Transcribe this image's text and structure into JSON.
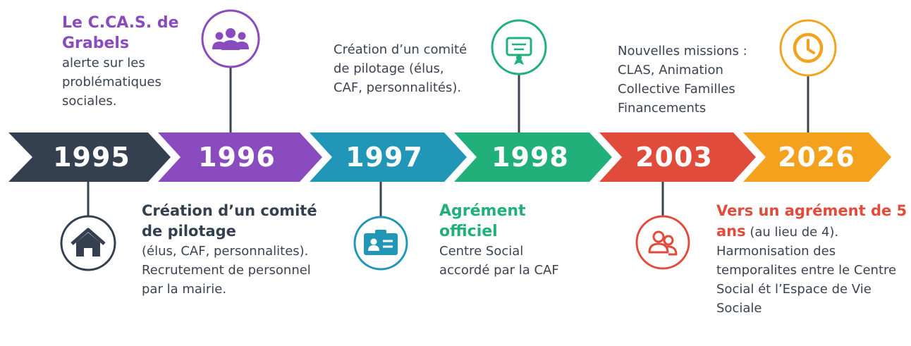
{
  "colors": {
    "dark": "#34404f",
    "purple": "#8a4bbf",
    "teal": "#2196b6",
    "green": "#22b07a",
    "red": "#e14b3b",
    "orange": "#f4a21d",
    "text": "#3b4350"
  },
  "milestones": [
    {
      "year": "1995",
      "icon": "house-icon"
    },
    {
      "year": "1996",
      "icon": "people-group-icon"
    },
    {
      "year": "1997",
      "icon": "id-card-icon"
    },
    {
      "year": "1998",
      "icon": "certificate-icon"
    },
    {
      "year": "2003",
      "icon": "users-icon"
    },
    {
      "year": "2026",
      "icon": "clock-icon"
    }
  ],
  "notes": {
    "n1996_title": "Le C.CA.S. de Grabels",
    "n1996_body": "alerte sur les problématiques sociales.",
    "n1997_top": "Création d’un comité de pilotage (élus, CAF, personnalités).",
    "n2003_top": "Nouvelles missions : CLAS, Animation Collective Familles Financements",
    "n1995_title": "Création d’un comité de pilotage",
    "n1995_body": "(élus, CAF, personnalites). Recrutement de personnel par la mairie.",
    "n1998_title": "Agrément officiel",
    "n1998_body": "Centre Social accordé par la CAF",
    "n2026_title": "Vers un agrément de 5 ans",
    "n2026_inline": " (au lieu de 4).",
    "n2026_body": "Harmonisation des temporalites entre le Centre Social ét l’Espace de Vie Sociale"
  }
}
